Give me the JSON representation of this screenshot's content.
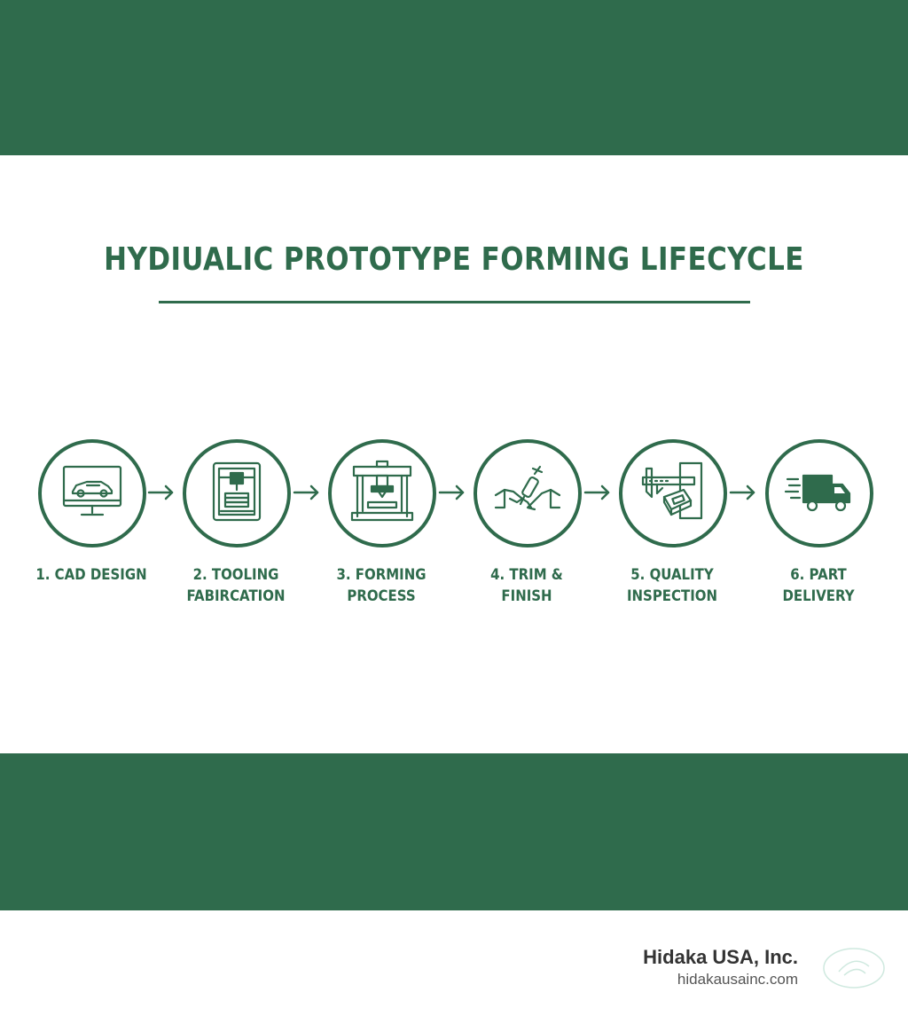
{
  "title": "HYDIUALIC PROTOTYPE FORMING LIFECYCLE",
  "colors": {
    "primary": "#2f6b4c",
    "background": "#ffffff"
  },
  "steps": [
    {
      "label_line1": "1. CAD DESIGN",
      "label_line2": "",
      "icon": "monitor-car-icon"
    },
    {
      "label_line1": "2. TOOLING",
      "label_line2": "FABIRCATION",
      "icon": "3d-printer-icon"
    },
    {
      "label_line1": "3. FORMING",
      "label_line2": "PROCESS",
      "icon": "hydraulic-press-icon"
    },
    {
      "label_line1": "4. TRIM &",
      "label_line2": "FINISH",
      "icon": "hands-tool-icon"
    },
    {
      "label_line1": "5. QUALITY",
      "label_line2": "INSPECTION",
      "icon": "caliper-icon"
    },
    {
      "label_line1": "6. PART",
      "label_line2": "DELIVERY",
      "icon": "delivery-truck-icon"
    }
  ],
  "footer": {
    "company": "Hidaka USA, Inc.",
    "url": "hidakausainc.com"
  }
}
